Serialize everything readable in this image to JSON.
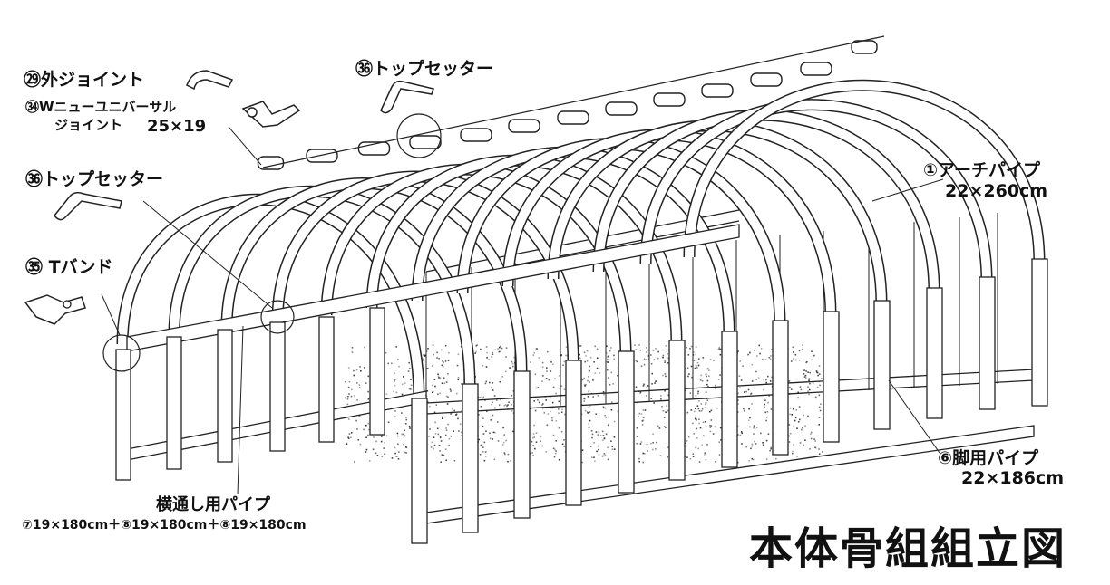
{
  "diagram": {
    "title": "本体骨組組立図",
    "parts": {
      "outer_joint": {
        "label": "㉙外ジョイント"
      },
      "w_joint": {
        "label_line1": "㉞Wニューユニバーサル",
        "label_line2": "ジョイント",
        "size": "25×19"
      },
      "top_setter_upper": {
        "label": "㊱トップセッター"
      },
      "top_setter_left": {
        "label": "㊱トップセッター"
      },
      "t_band": {
        "label": "㉟ Tバンド"
      },
      "arch_pipe": {
        "label": "①アーチパイプ",
        "size": "22×260cm"
      },
      "leg_pipe": {
        "label": "⑥脚用パイプ",
        "size": "22×186cm"
      },
      "cross_pipe": {
        "label": "横通し用パイプ",
        "size": "⑦19×180cm＋⑧19×180cm＋⑧19×180cm"
      }
    },
    "colors": {
      "line": "#222222",
      "pipe_fill": "#ffffff",
      "soil": "#333333"
    }
  }
}
